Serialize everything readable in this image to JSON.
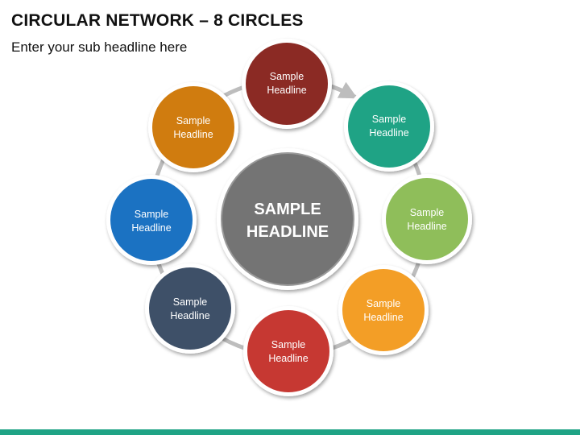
{
  "header": {
    "title": "CIRCULAR NETWORK – 8 CIRCLES",
    "subtitle": "Enter your sub headline here"
  },
  "center": {
    "line1": "SAMPLE",
    "line2": "HEADLINE",
    "color": "#747474"
  },
  "nodes": [
    {
      "line1": "Sample",
      "line2": "Headline",
      "color": "#8B2A24"
    },
    {
      "line1": "Sample",
      "line2": "Headline",
      "color": "#1FA385"
    },
    {
      "line1": "Sample",
      "line2": "Headline",
      "color": "#8FBE5A"
    },
    {
      "line1": "Sample",
      "line2": "Headline",
      "color": "#F39E26"
    },
    {
      "line1": "Sample",
      "line2": "Headline",
      "color": "#C63832"
    },
    {
      "line1": "Sample",
      "line2": "Headline",
      "color": "#3E5068"
    },
    {
      "line1": "Sample",
      "line2": "Headline",
      "color": "#1B72C2"
    },
    {
      "line1": "Sample",
      "line2": "Headline",
      "color": "#D07C0F"
    }
  ],
  "accent": {
    "ring": "#BDBDBD",
    "footer": "#1FA385"
  }
}
